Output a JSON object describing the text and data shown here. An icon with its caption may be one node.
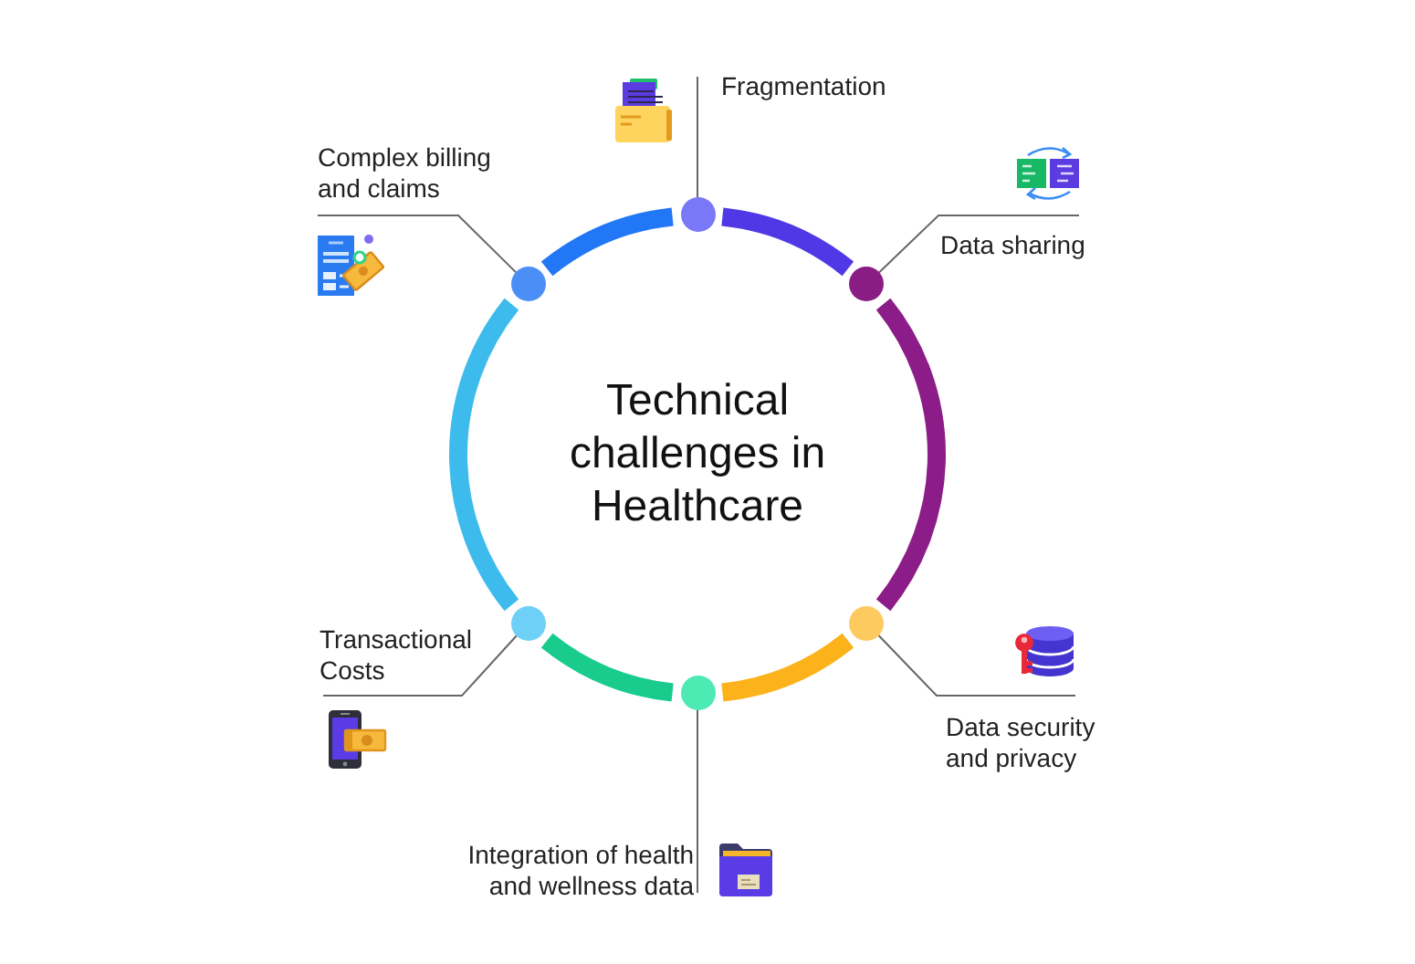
{
  "diagram": {
    "nodes": [
      {
        "text": [
          "Technical challenges in Healthcare"
        ]
      },
      {
        "text": [
          "Fragmentation"
        ]
      },
      {
        "text": [],
        "shape": "circle",
        "in": 0
      },
      {
        "text": [
          "Data sharing"
        ]
      },
      {
        "text": [],
        "shape": "circle",
        "in": 0
      },
      {
        "text": [
          "Data security and privacy"
        ]
      },
      {
        "text": [],
        "shape": "circle",
        "in": 0
      },
      {
        "text": [
          "Integration of health and wellness data"
        ]
      },
      {
        "text": [],
        "shape": "circle",
        "in": 0
      },
      {
        "text": [
          "Transactional Costs"
        ]
      },
      {
        "text": [],
        "shape": "circle",
        "in": 0
      },
      {
        "text": [
          "Complex billing and claims"
        ]
      },
      {
        "text": [],
        "shape": "circle",
        "in": 0
      }
    ],
    "edges": [
      {
        "from": 1,
        "to": 2,
        "arrow": "none"
      },
      {
        "from": 3,
        "to": 4,
        "arrow": "none"
      },
      {
        "from": 5,
        "to": 6,
        "arrow": "none"
      },
      {
        "from": 7,
        "to": 8,
        "arrow": "none"
      },
      {
        "from": 9,
        "to": 10,
        "arrow": "none"
      },
      {
        "from": 11,
        "to": 12,
        "arrow": "none"
      }
    ]
  }
}
